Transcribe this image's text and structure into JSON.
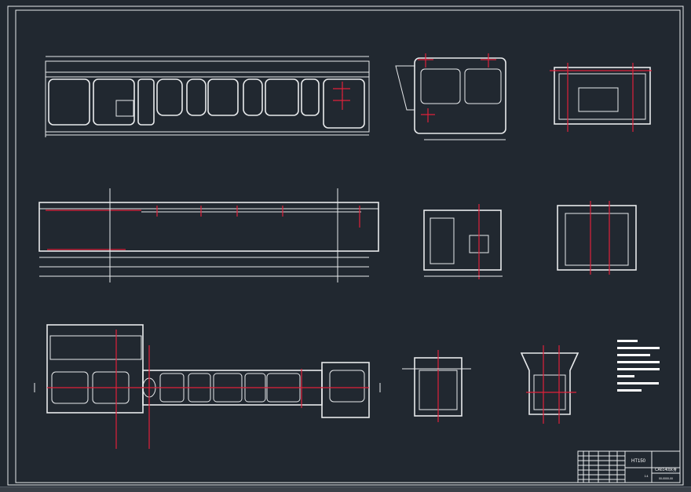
{
  "title_block": {
    "material": "HT150",
    "drawing_name": "CA6140床身",
    "drawing_number": "00-0000-00",
    "scale": "1:4"
  },
  "colors": {
    "background": "#212830",
    "lines": "#e8eaec",
    "centerlines": "#e0203a"
  }
}
